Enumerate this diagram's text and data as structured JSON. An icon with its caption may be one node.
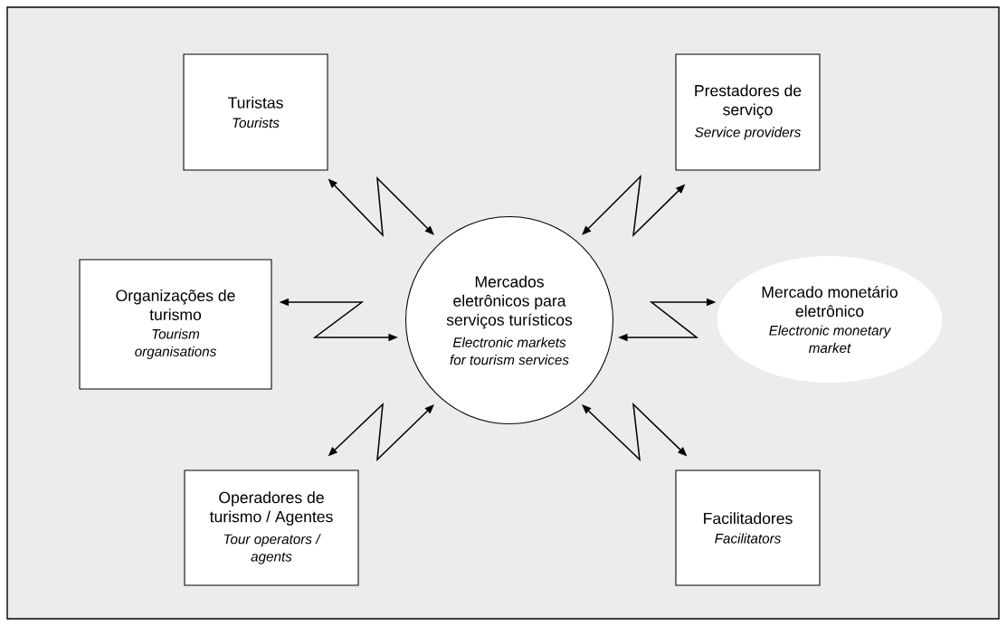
{
  "diagram": {
    "nodes": [
      {
        "text": [
          "Turistas",
          "Tourists"
        ]
      },
      {
        "text": [
          "Prestadores de serviço",
          "Service providers"
        ]
      },
      {
        "text": [
          "Organizações de turismo",
          "Tourism organisations"
        ]
      },
      {
        "text": [
          "Mercados eletrônicos para serviços turísticos",
          "Electronic markets for tourism services"
        ]
      },
      {
        "text": [
          "Mercado monetário eletrônico",
          "Electronic monetary market"
        ]
      },
      {
        "text": [
          "Operadores de turismo / Agentes",
          "Tour operators / agents"
        ]
      },
      {
        "text": [
          "Facilitadores",
          "Facilitators"
        ]
      }
    ],
    "edges": [
      {
        "from": 0,
        "to": 3,
        "arrow": "both"
      },
      {
        "from": 1,
        "to": 3,
        "arrow": "both"
      },
      {
        "from": 2,
        "to": 3,
        "arrow": "both"
      },
      {
        "from": 4,
        "to": 3,
        "arrow": "both"
      },
      {
        "from": 5,
        "to": 3,
        "arrow": "both"
      },
      {
        "from": 6,
        "to": 3,
        "arrow": "both"
      }
    ]
  }
}
